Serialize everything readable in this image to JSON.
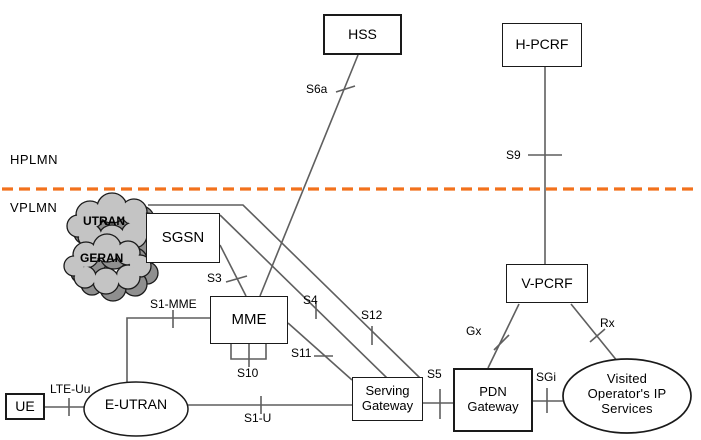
{
  "regions": {
    "hplmn": "HPLMN",
    "vplmn": "VPLMN"
  },
  "nodes": {
    "hss": {
      "label": "HSS"
    },
    "h_pcrf": {
      "label": "H-PCRF"
    },
    "utran": {
      "label": "UTRAN"
    },
    "geran": {
      "label": "GERAN"
    },
    "sgsn": {
      "label": "SGSN"
    },
    "mme": {
      "label": "MME"
    },
    "ue": {
      "label": "UE"
    },
    "e_utran": {
      "label": "E-UTRAN"
    },
    "serving_gateway": {
      "line1": "Serving",
      "line2": "Gateway"
    },
    "pdn_gateway": {
      "line1": "PDN",
      "line2": "Gateway"
    },
    "v_pcrf": {
      "label": "V-PCRF"
    },
    "visited_services": {
      "line1": "Visited",
      "line2": "Operator's IP",
      "line3": "Services"
    }
  },
  "interfaces": {
    "s6a": "S6a",
    "s9": "S9",
    "s3": "S3",
    "s4": "S4",
    "s12": "S12",
    "s1_mme": "S1-MME",
    "s10": "S10",
    "s11": "S11",
    "lte_uu": "LTE-Uu",
    "s1_u": "S1-U",
    "s5": "S5",
    "sgi": "SGi",
    "gx": "Gx",
    "rx": "Rx"
  },
  "colors": {
    "plmn_divider": "#f2711c",
    "connection_line": "#5f5f5f",
    "cloud_fill": "#c4c4c4",
    "cloud_shadow": "#8f8f8f",
    "node_border": "#1a1a1a"
  }
}
